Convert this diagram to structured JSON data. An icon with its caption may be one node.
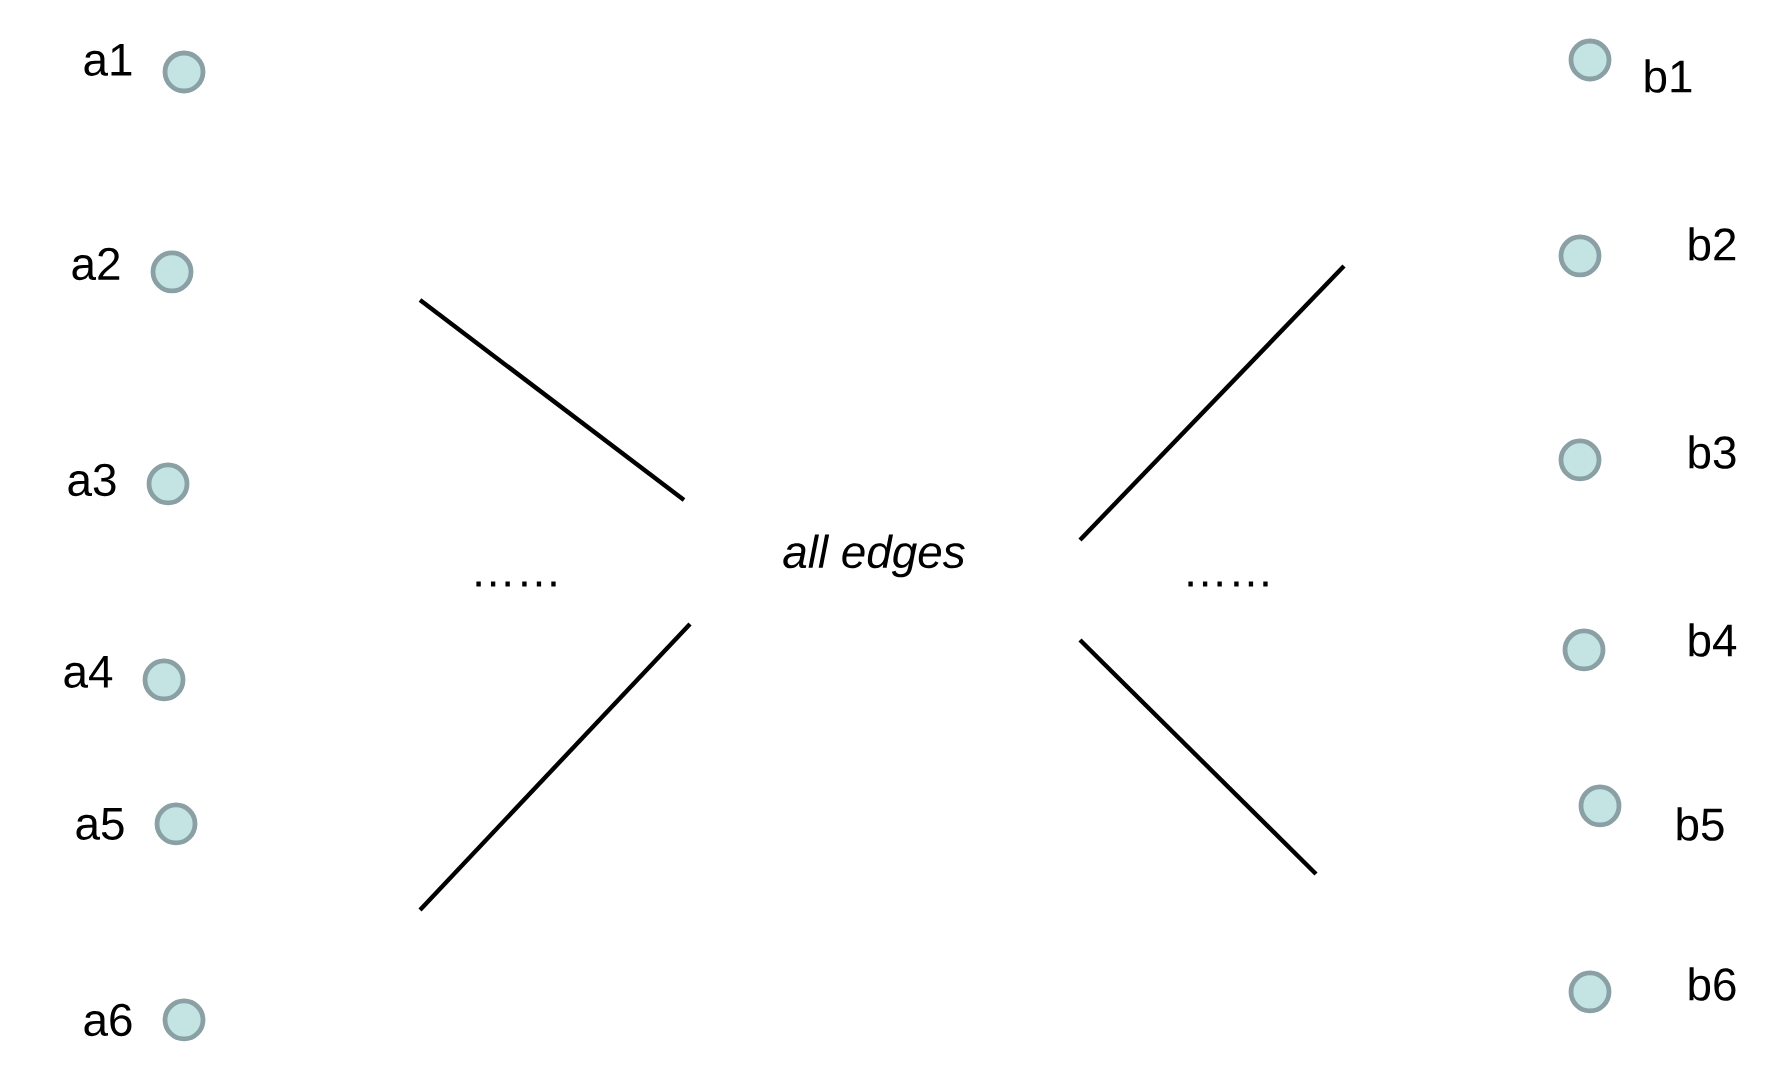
{
  "diagram": {
    "nodes": [
      {
        "text": [],
        "shape": "circle",
        "beside": [
          "a1"
        ]
      },
      {
        "text": [],
        "shape": "circle",
        "beside": [
          "a2"
        ]
      },
      {
        "text": [],
        "shape": "circle",
        "beside": [
          "a3"
        ]
      },
      {
        "text": [],
        "shape": "circle",
        "beside": [
          "a4"
        ]
      },
      {
        "text": [],
        "shape": "circle",
        "beside": [
          "a5"
        ]
      },
      {
        "text": [],
        "shape": "circle",
        "beside": [
          "a6"
        ]
      },
      {
        "text": [],
        "shape": "circle",
        "beside": [
          "b1"
        ]
      },
      {
        "text": [],
        "shape": "circle",
        "beside": [
          "b2"
        ]
      },
      {
        "text": [],
        "shape": "circle",
        "beside": [
          "b3"
        ]
      },
      {
        "text": [],
        "shape": "circle",
        "beside": [
          "b4"
        ]
      },
      {
        "text": [],
        "shape": "circle",
        "beside": [
          "b5"
        ]
      },
      {
        "text": [],
        "shape": "circle",
        "beside": [
          "b6"
        ]
      }
    ],
    "labels": [
      "……",
      "all edges",
      "……"
    ]
  }
}
